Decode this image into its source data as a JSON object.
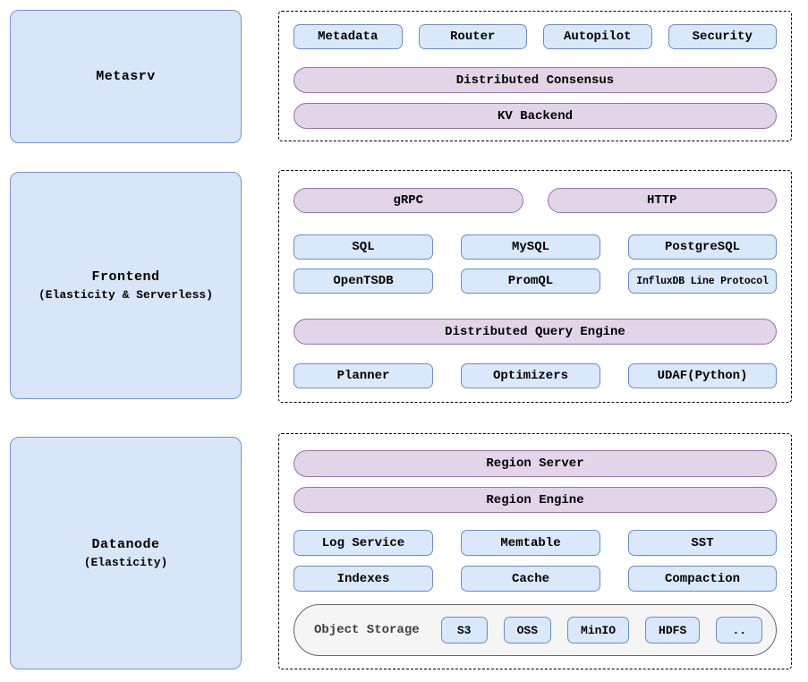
{
  "colors": {
    "blue_fill": "#dae8fc",
    "blue_border": "#6c8ebf",
    "big_node_fill": "#d9e5f8",
    "big_node_border": "#7596d0",
    "purple_fill": "#e1d5e7",
    "purple_border": "#9673a6",
    "storage_panel_fill": "#f5f5f5",
    "storage_panel_border": "#666666",
    "dashed_border": "#000000"
  },
  "metasrv": {
    "title": "Metasrv",
    "modules": [
      "Metadata",
      "Router",
      "Autopilot",
      "Security"
    ],
    "consensus": "Distributed Consensus",
    "kv_backend": "KV Backend"
  },
  "frontend": {
    "title": "Frontend",
    "subtitle": "(Elasticity & Serverless)",
    "grpc": "gRPC",
    "http": "HTTP",
    "protocols_row1": [
      "SQL",
      "MySQL",
      "PostgreSQL"
    ],
    "protocols_row2": [
      "OpenTSDB",
      "PromQL",
      "InfluxDB Line Protocol"
    ],
    "query_engine": "Distributed Query Engine",
    "engine_parts": [
      "Planner",
      "Optimizers",
      "UDAF(Python)"
    ]
  },
  "datanode": {
    "title": "Datanode",
    "subtitle": "(Elasticity)",
    "region_server": "Region Server",
    "region_engine": "Region Engine",
    "storage_row1": [
      "Log Service",
      "Memtable",
      "SST"
    ],
    "storage_row2": [
      "Indexes",
      "Cache",
      "Compaction"
    ],
    "object_storage": {
      "label": "Object Storage",
      "backends": [
        "S3",
        "OSS",
        "MinIO",
        "HDFS",
        ".."
      ]
    }
  }
}
